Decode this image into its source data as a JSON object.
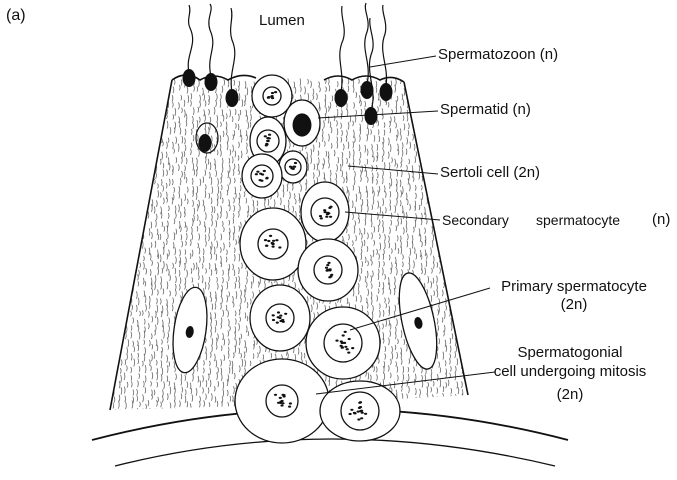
{
  "figure": {
    "panel_label": "(a)",
    "lumen": "Lumen",
    "labels": {
      "spermatozoon": "Spermatozoon (n)",
      "spermatid": "Spermatid (n)",
      "sertoli": "Sertoli cell (2n)",
      "secondary_name": "Secondary",
      "secondary_name2": "spermatocyte",
      "secondary_ploidy": "(n)",
      "primary_line1": "Primary spermatocyte",
      "primary_line2": "(2n)",
      "spermatogonial_line1": "Spermatogonial",
      "spermatogonial_line2": "cell undergoing mitosis",
      "spermatogonial_line3": "(2n)"
    },
    "colors": {
      "ink": "#111111",
      "background": "#ffffff"
    }
  }
}
